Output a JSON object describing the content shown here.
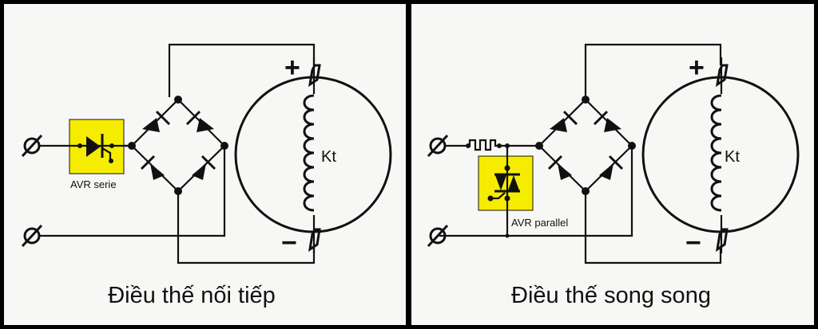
{
  "left_panel": {
    "caption": "Điều thế nối tiếp",
    "avr_label": "AVR serie",
    "coil_label": "Kt",
    "plus": "+",
    "minus": "−",
    "terminal_symbol": "∅"
  },
  "right_panel": {
    "caption": "Điều thế song song",
    "avr_label": "AVR parallel",
    "coil_label": "Kt",
    "plus": "+",
    "minus": "−",
    "terminal_symbol": "∅"
  },
  "colors": {
    "avr_box": "#f5ec00",
    "background": "#f7f7f5",
    "frame": "#000000"
  }
}
